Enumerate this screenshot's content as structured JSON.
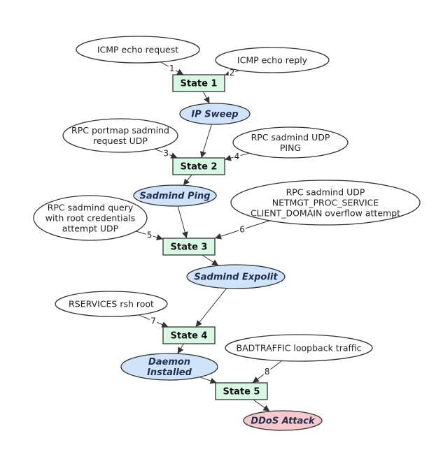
{
  "colors": {
    "state_fill": "#d8f8e4",
    "intermediate_fill": "#cfe3fa",
    "attack_fill": "#f7c9cc",
    "alert_fill": "#ffffff",
    "stroke": "#333333"
  },
  "nodes": {
    "icmp_request": {
      "label": [
        "ICMP echo request"
      ],
      "kind": "alert"
    },
    "icmp_reply": {
      "label": [
        "ICMP echo reply"
      ],
      "kind": "alert"
    },
    "state1": {
      "label": [
        "State 1"
      ],
      "kind": "state"
    },
    "ip_sweep": {
      "label": [
        "IP Sweep"
      ],
      "kind": "intermediate"
    },
    "rpc_portmap": {
      "label": [
        "RPC portmap sadmind",
        "request UDP"
      ],
      "kind": "alert"
    },
    "rpc_ping": {
      "label": [
        "RPC sadmind UDP",
        "PING"
      ],
      "kind": "alert"
    },
    "state2": {
      "label": [
        "State 2"
      ],
      "kind": "state"
    },
    "sadmind_ping": {
      "label": [
        "Sadmind Ping"
      ],
      "kind": "intermediate"
    },
    "rpc_query": {
      "label": [
        "RPC sadmind query",
        "with root credentials",
        "attempt UDP"
      ],
      "kind": "alert"
    },
    "rpc_overflow": {
      "label": [
        "RPC sadmind UDP",
        "NETMGT_PROC_SERVICE",
        "CLIENT_DOMAIN overflow attempt"
      ],
      "kind": "alert"
    },
    "state3": {
      "label": [
        "State 3"
      ],
      "kind": "state"
    },
    "sadmind_exploit": {
      "label": [
        "Sadmind Expolit"
      ],
      "kind": "intermediate"
    },
    "rservices": {
      "label": [
        "RSERVICES rsh root"
      ],
      "kind": "alert"
    },
    "state4": {
      "label": [
        "State 4"
      ],
      "kind": "state"
    },
    "daemon_installed": {
      "label": [
        "Daemon",
        "Installed"
      ],
      "kind": "intermediate"
    },
    "badtraffic": {
      "label": [
        "BADTRAFFIC loopback traffic"
      ],
      "kind": "alert"
    },
    "state5": {
      "label": [
        "State 5"
      ],
      "kind": "state"
    },
    "ddos": {
      "label": [
        "DDoS Attack"
      ],
      "kind": "attack"
    }
  },
  "edges": [
    {
      "from": "icmp_request",
      "to": "state1",
      "label": "1"
    },
    {
      "from": "icmp_reply",
      "to": "state1",
      "label": "2"
    },
    {
      "from": "state1",
      "to": "ip_sweep",
      "label": ""
    },
    {
      "from": "ip_sweep",
      "to": "state2",
      "label": ""
    },
    {
      "from": "rpc_portmap",
      "to": "state2",
      "label": "3"
    },
    {
      "from": "rpc_ping",
      "to": "state2",
      "label": "4"
    },
    {
      "from": "state2",
      "to": "sadmind_ping",
      "label": ""
    },
    {
      "from": "sadmind_ping",
      "to": "state3",
      "label": ""
    },
    {
      "from": "rpc_query",
      "to": "state3",
      "label": "5"
    },
    {
      "from": "rpc_overflow",
      "to": "state3",
      "label": "6"
    },
    {
      "from": "state3",
      "to": "sadmind_exploit",
      "label": ""
    },
    {
      "from": "sadmind_exploit",
      "to": "state4",
      "label": ""
    },
    {
      "from": "rservices",
      "to": "state4",
      "label": "7"
    },
    {
      "from": "state4",
      "to": "daemon_installed",
      "label": ""
    },
    {
      "from": "daemon_installed",
      "to": "state5",
      "label": ""
    },
    {
      "from": "badtraffic",
      "to": "state5",
      "label": "8"
    },
    {
      "from": "state5",
      "to": "ddos",
      "label": ""
    }
  ]
}
